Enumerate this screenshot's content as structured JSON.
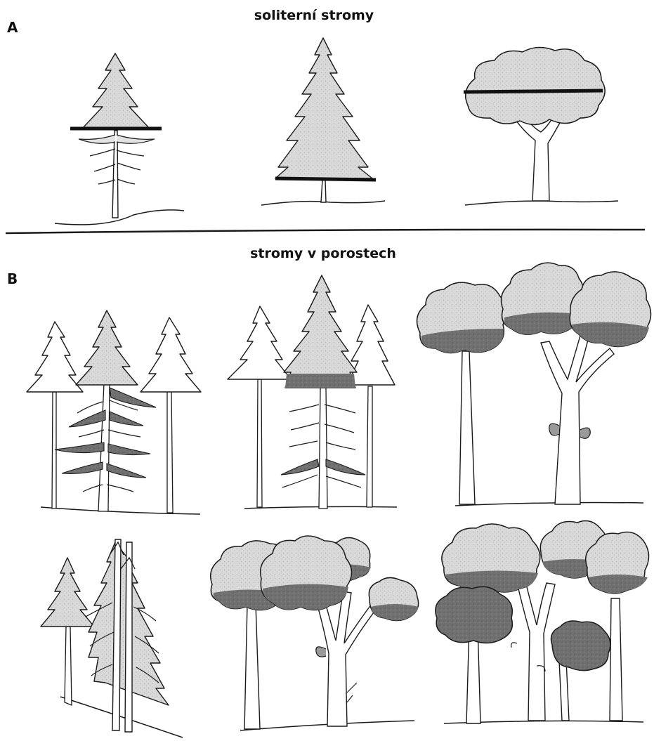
{
  "figure": {
    "section_a": {
      "letter": "A",
      "title": "soliterní stromy"
    },
    "section_b": {
      "letter": "B",
      "title": "stromy v porostech"
    }
  },
  "colors": {
    "ink": "#1a1a1a",
    "crown_light": "#d9d9d9",
    "crown_dark": "#6f6f6f",
    "crown_white": "#ffffff",
    "crown_base_line": "#111111"
  },
  "icons": {
    "conifer": "conifer-tree-icon",
    "broadleaf": "broadleaf-tree-icon"
  }
}
